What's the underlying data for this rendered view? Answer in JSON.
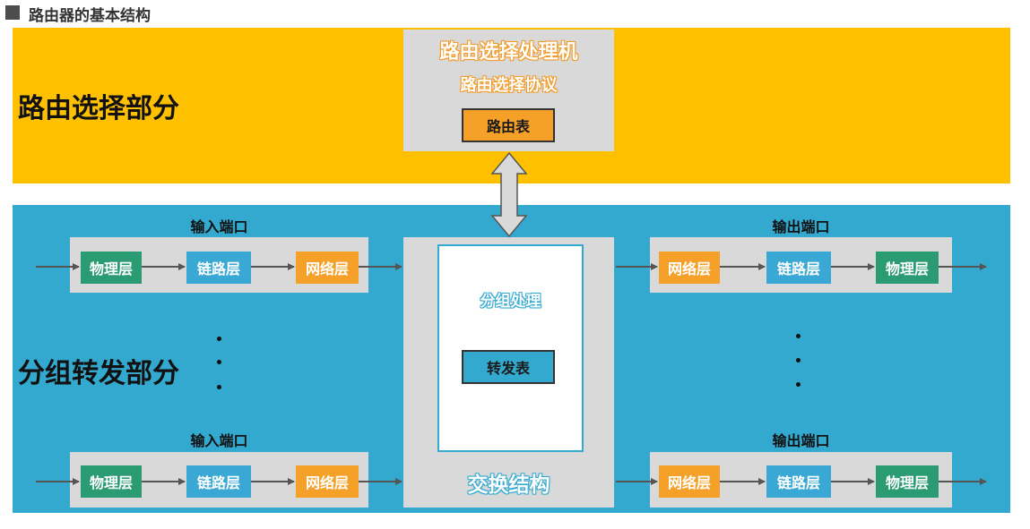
{
  "heading": "路由器的基本结构",
  "routing_part": {
    "title": "路由选择部分",
    "processor": "路由选择处理机",
    "protocol": "路由选择协议",
    "table": "路由表"
  },
  "forwarding_part": {
    "title": "分组转发部分",
    "switch_fabric": "交换结构",
    "packet_processing": "分组处理",
    "forwarding_table": "转发表"
  },
  "input_ports": [
    {
      "title": "输入端口",
      "layers": [
        "物理层",
        "链路层",
        "网络层"
      ]
    },
    {
      "title": "输入端口",
      "layers": [
        "物理层",
        "链路层",
        "网络层"
      ]
    }
  ],
  "output_ports": [
    {
      "title": "输出端口",
      "layers": [
        "网络层",
        "链路层",
        "物理层"
      ]
    },
    {
      "title": "输出端口",
      "layers": [
        "网络层",
        "链路层",
        "物理层"
      ]
    }
  ],
  "colors": {
    "routing_band": "#FFC000",
    "forwarding_band": "#34A9CF",
    "physical_layer": "#2A9B73",
    "link_layer": "#3AA8D4",
    "network_layer": "#F5A028"
  }
}
